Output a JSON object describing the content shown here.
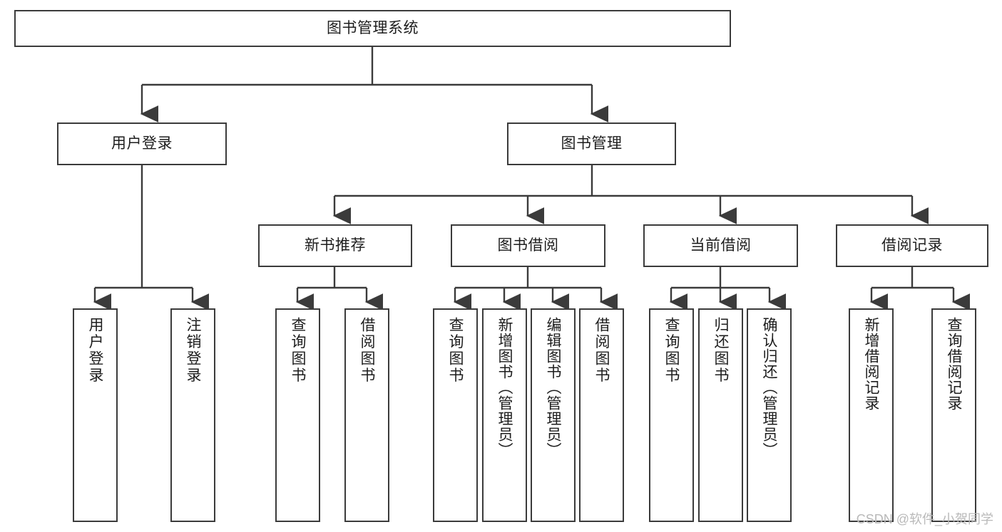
{
  "diagram": {
    "type": "tree",
    "title": "图书管理系统",
    "stroke_color": "#3b3b3b",
    "background_color": "#ffffff",
    "text_color": "#1d1d1d",
    "root": {
      "label": "图书管理系统"
    },
    "level2": [
      {
        "label": "用户登录"
      },
      {
        "label": "图书管理"
      }
    ],
    "level3": [
      {
        "label": "新书推荐"
      },
      {
        "label": "图书借阅"
      },
      {
        "label": "当前借阅"
      },
      {
        "label": "借阅记录"
      }
    ],
    "leaves": {
      "user_login": [
        {
          "label": "用户登录"
        },
        {
          "label": "注销登录"
        }
      ],
      "new_book_recommend": [
        {
          "label": "查询图书"
        },
        {
          "label": "借阅图书"
        }
      ],
      "book_borrow": [
        {
          "label": "查询图书"
        },
        {
          "label": "新增图书（管理员）"
        },
        {
          "label": "编辑图书（管理员）"
        },
        {
          "label": "借阅图书"
        }
      ],
      "current_borrow": [
        {
          "label": "查询图书"
        },
        {
          "label": "归还图书"
        },
        {
          "label": "确认归还（管理员）"
        }
      ],
      "borrow_record": [
        {
          "label": "新增借阅记录"
        },
        {
          "label": "查询借阅记录"
        }
      ]
    }
  },
  "watermark": {
    "text": "CSDN @软件_小贺同学"
  }
}
